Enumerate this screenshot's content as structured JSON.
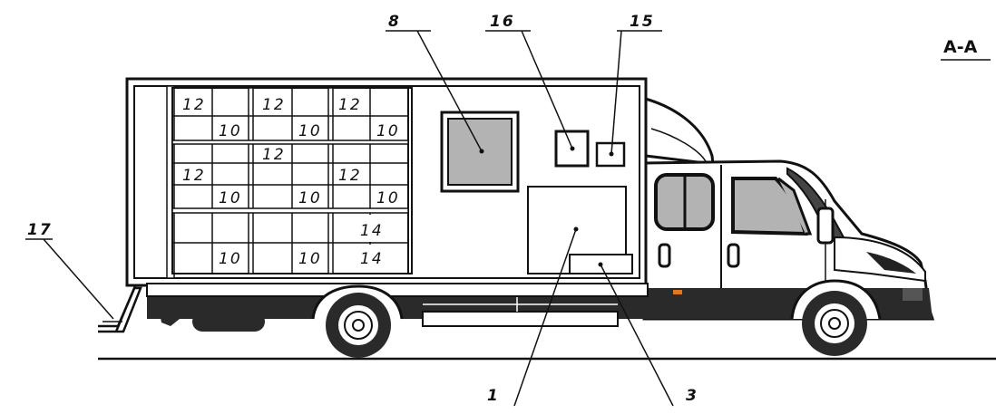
{
  "section_label": "A-A",
  "callouts": {
    "c8": "8",
    "c16": "16",
    "c15": "15",
    "c17": "17",
    "c1": "1",
    "c3": "3"
  },
  "shelves": {
    "r1": [
      "12",
      "12",
      "12"
    ],
    "r2": [
      "10",
      "10",
      "10"
    ],
    "r3": [
      "12",
      "12",
      "12"
    ],
    "r4": [
      "10",
      "10",
      "10"
    ],
    "r5c": "14",
    "r6": [
      "10",
      "10",
      "14"
    ]
  },
  "colors": {
    "line": "#111111",
    "window_fill": "#b3b3b3",
    "body_fill": "#eeeeee",
    "chassis_fill": "#2a2a2a"
  }
}
